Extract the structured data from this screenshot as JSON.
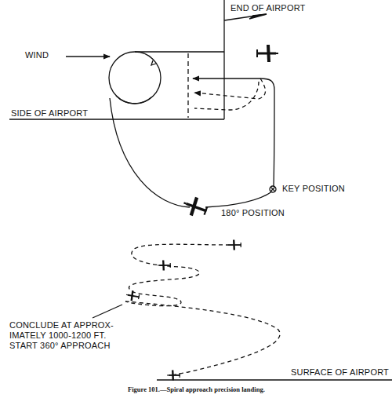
{
  "diagram": {
    "caption": "Figure 101.—Spiral approach precision landing.",
    "labels": [
      "END OF AIRPORT",
      "WIND",
      "SIDE OF AIRPORT",
      "KEY POSITION",
      "180° POSITION",
      "CONCLUDE AT APPROX- IMATELY 1000-1200 FT. START 360° APPROACH",
      "SURFACE OF AIRPORT"
    ]
  }
}
